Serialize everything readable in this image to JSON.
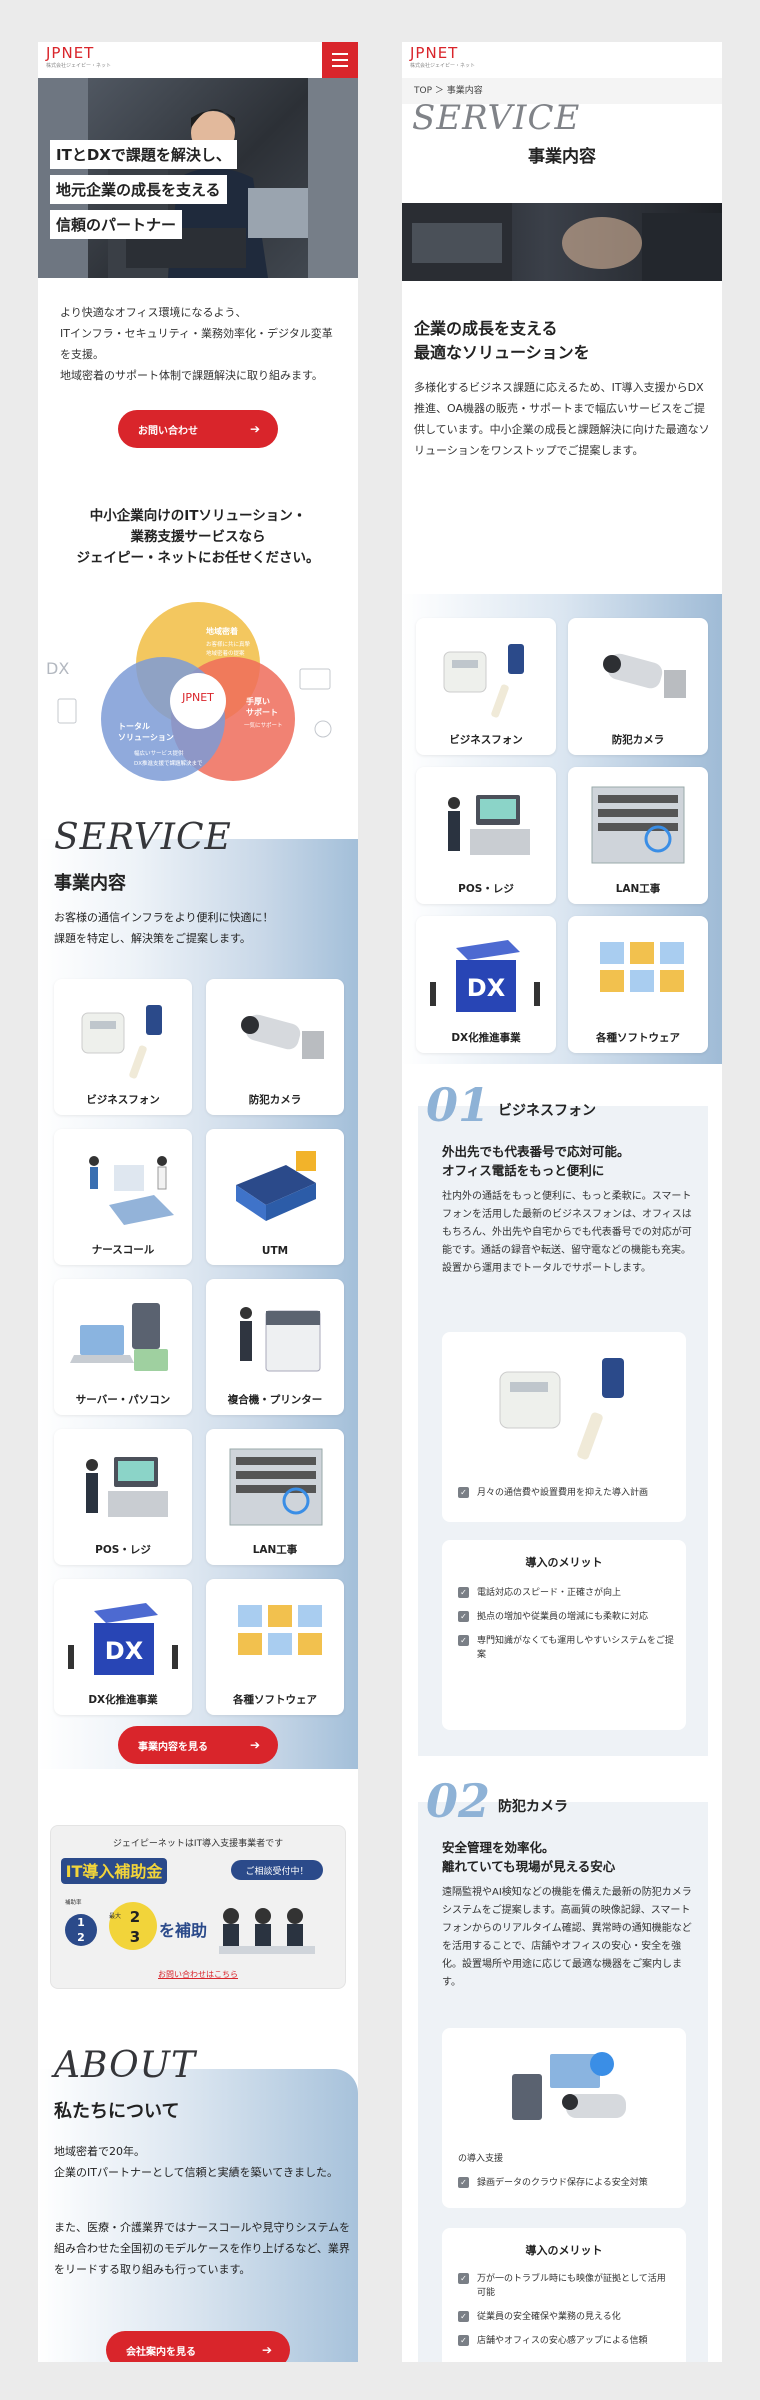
{
  "logo": {
    "name": "JPNET",
    "sub": "株式会社ジェイピー・ネット"
  },
  "hero": {
    "line1": "ITとDXで課題を解決し、",
    "line2": "地元企業の成長を支える",
    "line3": "信頼のパートナー"
  },
  "intro": {
    "l1": "より快適なオフィス環境になるよう、",
    "l2": "ITインフラ・セキュリティ・業務効率化・デジタル変革を支援。",
    "l3": "地域密着のサポート体制で課題解決に取り組みます。"
  },
  "contact_btn": "お問い合わせ",
  "tagline": {
    "l1": "中小企業向けのITソリューション・",
    "l2": "業務支援サービスなら",
    "l3": "ジェイピー・ネットにお任せください。"
  },
  "venn": {
    "top": "地域密着",
    "top_sub1": "お客様に共に真摯",
    "top_sub2": "地域密着の提案",
    "right": "手厚い",
    "right2": "サポート",
    "right_sub": "一気にサポート",
    "left": "トータル",
    "left2": "ソリューション",
    "left_sub1": "幅広いサービス提供",
    "left_sub2": "DX推進支援で課題解決まで",
    "center": "JPNET",
    "dx": "DX"
  },
  "service_left": {
    "script": "SERVICE",
    "title": "事業内容",
    "desc1": "お客様の通信インフラをより便利に快適に！",
    "desc2": "課題を特定し、解決策をご提案します。",
    "items": [
      "ビジネスフォン",
      "防犯カメラ",
      "ナースコール",
      "UTM",
      "サーバー・パソコン",
      "複合機・プリンター",
      "POS・レジ",
      "LAN工事",
      "DX化推進事業",
      "各種ソフトウェア"
    ],
    "btn": "事業内容を見る"
  },
  "banner": {
    "top": "ジェイピーネットはIT導入支援事業者です",
    "title": "IT導入補助金",
    "accepting": "ご相談受付中！",
    "frac1_label": "補助率",
    "frac1": "1",
    "frac1b": "2",
    "frac2_label": "最大",
    "frac2": "2",
    "frac2b": "3",
    "tail": "を補助",
    "link": "お問い合わせはこちら"
  },
  "about": {
    "script": "ABOUT",
    "title": "私たちについて",
    "p1": "地域密着で20年。",
    "p2": "企業のITパートナーとして信頼と実績を築いてきました。",
    "p3": "また、医療・介護業界ではナースコールや見守りシステムを組み合わせた全国初のモデルケースを作り上げるなど、業界をリードする取り組みも行っています。",
    "btn": "会社案内を見る"
  },
  "right": {
    "breadcrumb": "TOP ＞ 事業内容",
    "title": "事業内容",
    "script": "SERVICE",
    "h2a": "企業の成長を支える",
    "h2b": "最適なソリューションを",
    "desc": "多様化するビジネス課題に応えるため、IT導入支援からDX推進、OA機器の販売・サポートまで幅広いサービスをご提供しています。中小企業の成長と課題解決に向けた最適なソリューションをワンストップでご提案します。",
    "items": [
      "ビジネスフォン",
      "防犯カメラ",
      "POS・レジ",
      "LAN工事",
      "DX化推進事業",
      "各種ソフトウェア"
    ],
    "f1": {
      "num": "01",
      "title": "ビジネスフォン",
      "hd1": "外出先でも代表番号で応対可能。",
      "hd2": "オフィス電話をもっと便利に",
      "tx": "社内外の通話をもっと便利に、もっと柔軟に。スマートフォンを活用した最新のビジネスフォンは、オフィスはもちろん、外出先や自宅からでも代表番号での対応が可能です。通話の録音や転送、留守電などの機能も充実。設置から運用までトータルでサポートします。",
      "chk0": "月々の通信費や設置費用を抑えた導入計画",
      "merit_title": "導入のメリット",
      "m1": "電話対応のスピード・正確さが向上",
      "m2": "拠点の増加や従業員の増減にも柔軟に対応",
      "m3": "専門知識がなくても運用しやすいシステムをご提案"
    },
    "f2": {
      "num": "02",
      "title": "防犯カメラ",
      "hd1": "安全管理を効率化。",
      "hd2": "離れていても現場が見える安心",
      "tx": "遠隔監視やAI検知などの機能を備えた最新の防犯カメラシステムをご提案します。高画質の映像記録、スマートフォンからのリアルタイム確認、異常時の通知機能などを活用することで、店舗やオフィスの安心・安全を強化。設置場所や用途に応じて最適な機器をご案内します。",
      "chk0a": "の導入支援",
      "chk0": "録画データのクラウド保存による安全対策",
      "merit_title": "導入のメリット",
      "m1": "万が一のトラブル時にも映像が証拠として活用可能",
      "m2": "従業員の安全確保や業務の見える化",
      "m3": "店舗やオフィスの安心感アップによる信頼"
    }
  },
  "colors": {
    "accent": "#d9252b",
    "blue": "#8eb2d6",
    "yellow": "#f2d43a",
    "navy": "#2b4a8a"
  }
}
